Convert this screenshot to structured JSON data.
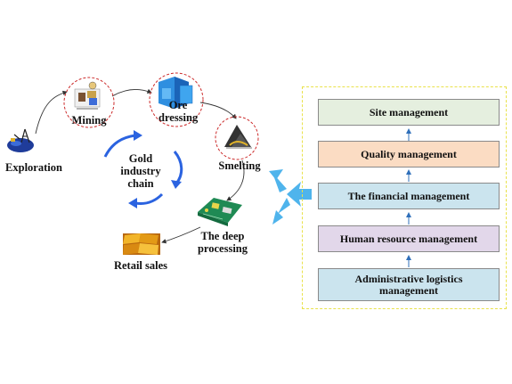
{
  "chain": {
    "center_label": "Gold industry chain",
    "stages": {
      "exploration": "Exploration",
      "mining": "Mining",
      "ore_dressing": "Ore dressing",
      "smelting": "Smelting",
      "deep_processing": "The deep processing",
      "retail_sales": "Retail sales"
    }
  },
  "management": {
    "site": "Site management",
    "quality": "Quality management",
    "financial": "The financial management",
    "human_resource": "Human resource management",
    "admin_logistics": "Administrative logistics management"
  },
  "colors": {
    "frame_border": "#e9e24a",
    "site_fill": "#e5efdf",
    "quality_fill": "#fbdcc3",
    "financial_fill": "#cbe4ee",
    "human_resource_fill": "#e2d7ea",
    "admin_fill": "#cbe4ee",
    "chain_arrow": "#2b63e0",
    "branch_arrow": "#4fb4ec",
    "stage_ring": "#cc2b2b"
  }
}
